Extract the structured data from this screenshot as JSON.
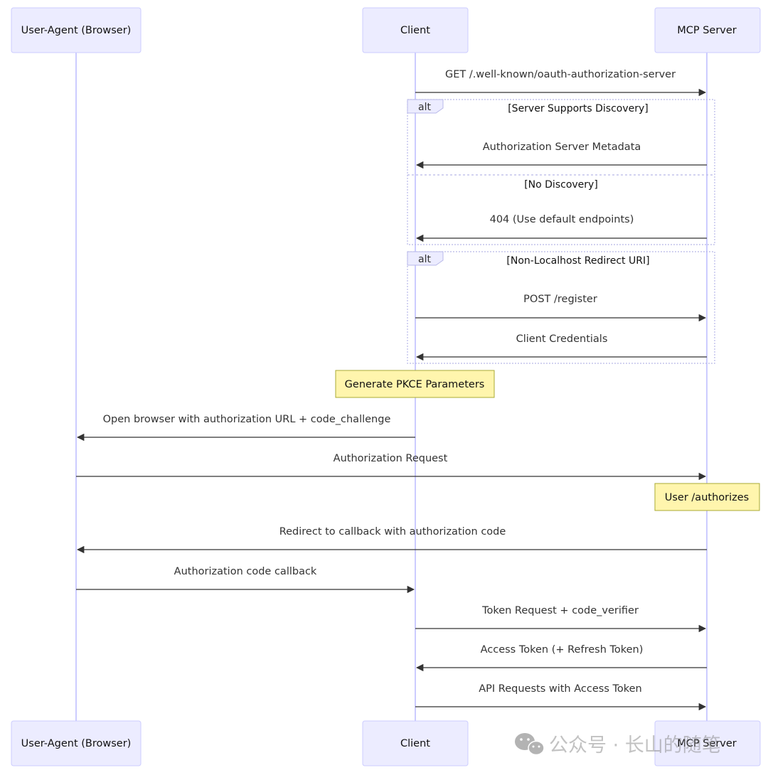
{
  "participants": [
    {
      "id": "ua",
      "label": "User-Agent (Browser)"
    },
    {
      "id": "client",
      "label": "Client"
    },
    {
      "id": "server",
      "label": "MCP Server"
    }
  ],
  "messages": [
    {
      "label": "GET /.well-known/oauth-authorization-server",
      "from": "client",
      "to": "server"
    },
    {
      "label": "Authorization Server Metadata",
      "from": "server",
      "to": "client"
    },
    {
      "label": "404 (Use default endpoints)",
      "from": "server",
      "to": "client"
    },
    {
      "label": "POST /register",
      "from": "client",
      "to": "server"
    },
    {
      "label": "Client Credentials",
      "from": "server",
      "to": "client"
    },
    {
      "label": "Open browser with authorization URL + code_challenge",
      "from": "client",
      "to": "ua"
    },
    {
      "label": "Authorization Request",
      "from": "ua",
      "to": "server"
    },
    {
      "label": "Redirect to callback with authorization code",
      "from": "server",
      "to": "ua"
    },
    {
      "label": "Authorization code callback",
      "from": "ua",
      "to": "client"
    },
    {
      "label": "Token Request + code_verifier",
      "from": "client",
      "to": "server"
    },
    {
      "label": "Access Token (+ Refresh Token)",
      "from": "server",
      "to": "client"
    },
    {
      "label": "API Requests with Access Token",
      "from": "client",
      "to": "server"
    }
  ],
  "alt_blocks": [
    {
      "keyword": "alt",
      "conditions": [
        "[Server Supports Discovery]",
        "[No Discovery]"
      ]
    },
    {
      "keyword": "alt",
      "conditions": [
        "[Non-Localhost Redirect URI]"
      ]
    }
  ],
  "notes": [
    {
      "label": "Generate PKCE Parameters",
      "over": "client"
    },
    {
      "label": "User /authorizes",
      "over": "server"
    }
  ],
  "watermark": {
    "text": "公众号 · 长山的随笔",
    "icon": "wechat-icon"
  }
}
